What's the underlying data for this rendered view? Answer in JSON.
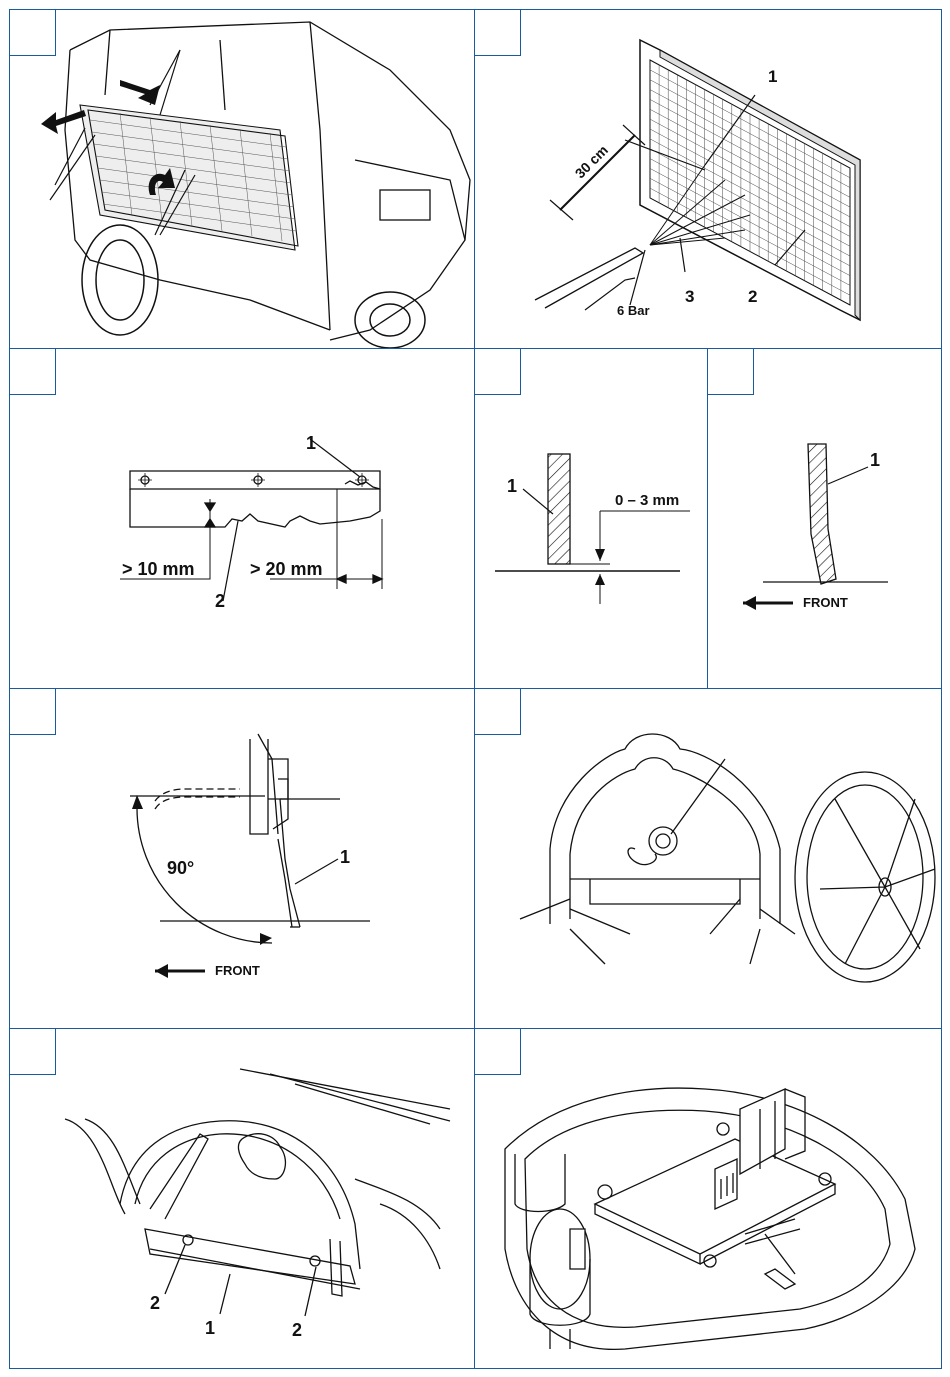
{
  "panels": {
    "p2": {
      "label_1": "1",
      "label_2": "2",
      "label_3": "3",
      "distance": "30 cm",
      "pressure": "6 Bar"
    },
    "p3": {
      "label_1": "1",
      "label_2": "2",
      "min_gap": "> 10 mm",
      "min_width": "> 20 mm"
    },
    "p4": {
      "label_1": "1",
      "clearance": "0 – 3 mm"
    },
    "p5": {
      "label_1": "1",
      "front": "FRONT"
    },
    "p6": {
      "label_1": "1",
      "angle": "90°",
      "front": "FRONT"
    },
    "p8": {
      "label_1": "1",
      "label_2a": "2",
      "label_2b": "2"
    }
  }
}
